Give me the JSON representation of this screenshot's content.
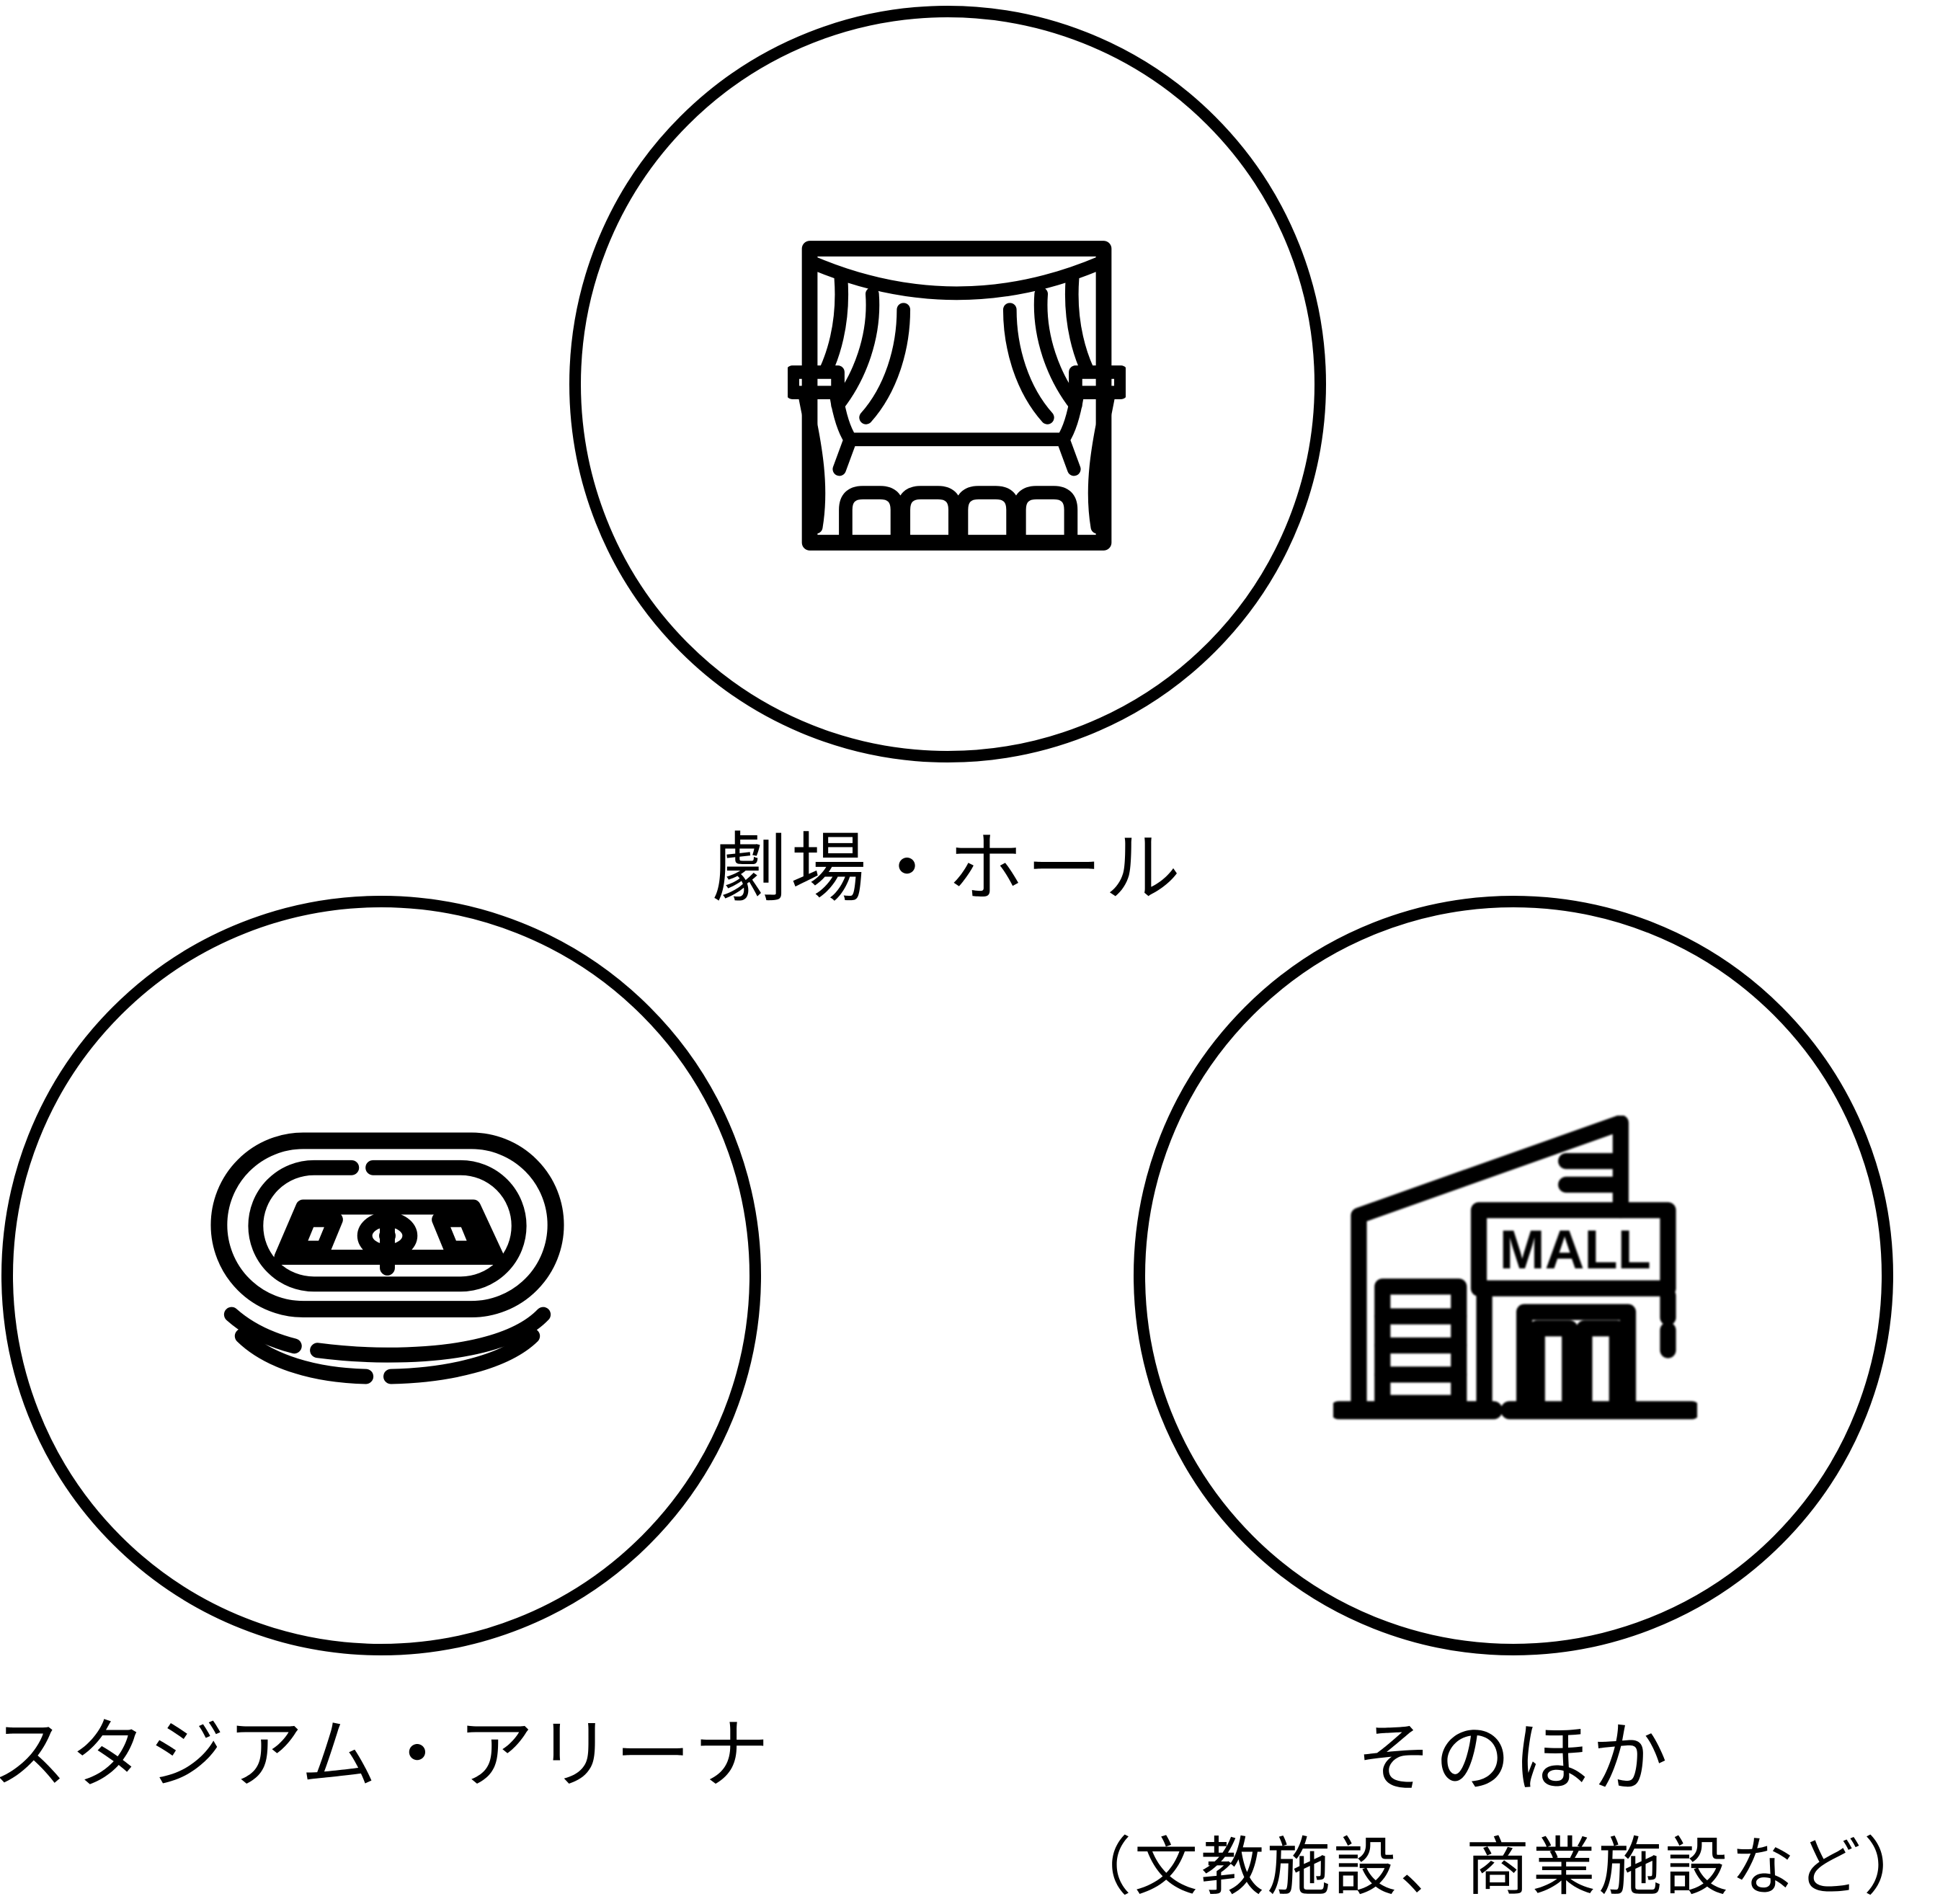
{
  "figure": {
    "background_color": "#ffffff",
    "line_color": "#000000",
    "items": [
      {
        "id": "theater-hall",
        "label": "劇場・ホール",
        "icon": "theater-stage-icon"
      },
      {
        "id": "stadium-arena",
        "label": "スタジアム・アリーナ",
        "icon": "stadium-icon"
      },
      {
        "id": "other-facilities",
        "label": "そのほか",
        "sublabel": "（文教施設、商業施設など）",
        "icon": "mall-building-icon",
        "mall_sign_text": "MALL"
      }
    ]
  }
}
